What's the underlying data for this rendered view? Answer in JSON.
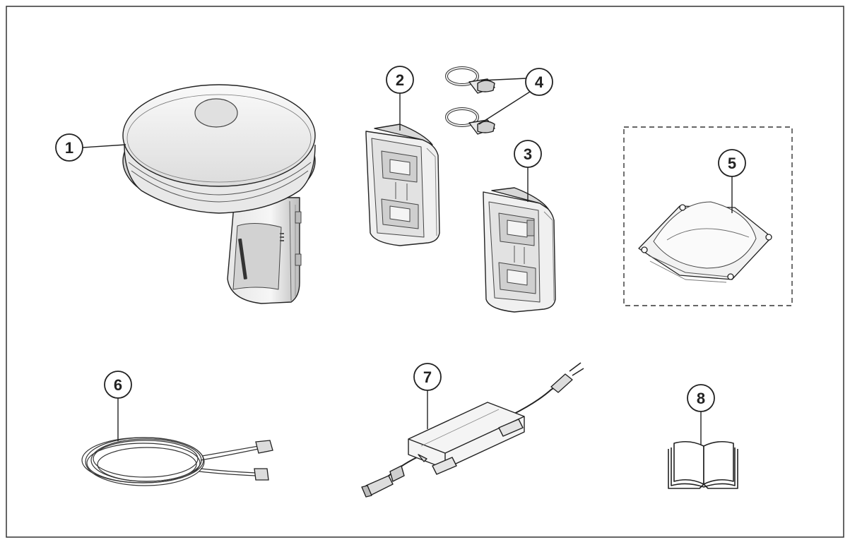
{
  "diagram": {
    "callouts": [
      {
        "id": 1,
        "label": "1",
        "part": "reference-station-antenna"
      },
      {
        "id": 2,
        "label": "2",
        "part": "mounting-bracket-a"
      },
      {
        "id": 3,
        "label": "3",
        "part": "mounting-bracket-b"
      },
      {
        "id": 4,
        "label": "4",
        "part": "hose-clamps"
      },
      {
        "id": 5,
        "label": "5",
        "part": "cover-optional"
      },
      {
        "id": 6,
        "label": "6",
        "part": "extension-cable"
      },
      {
        "id": 7,
        "label": "7",
        "part": "power-supply"
      },
      {
        "id": 8,
        "label": "8",
        "part": "manual"
      }
    ],
    "colors": {
      "stroke": "#222222",
      "fill_light": "#f4f4f4",
      "fill_mid": "#d9d9d9",
      "fill_dark": "#9a9a9a",
      "background": "#ffffff"
    }
  }
}
